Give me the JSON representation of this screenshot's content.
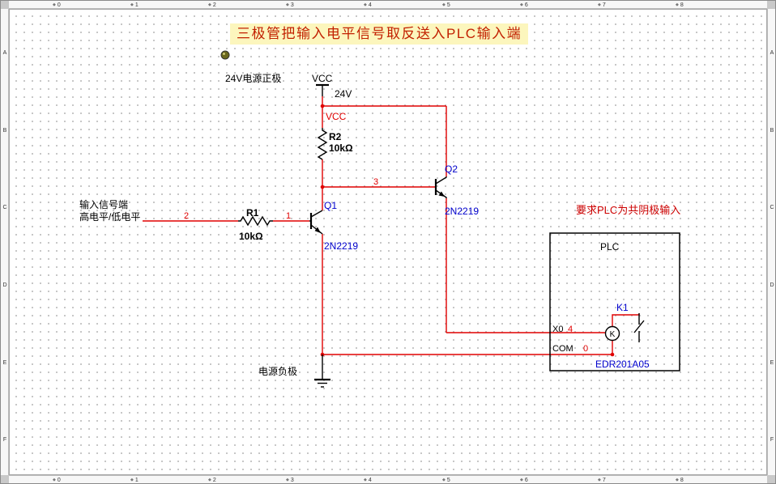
{
  "title": {
    "text": "三极管把输入电平信号取反送入PLC输入端"
  },
  "rulers": {
    "horizontal": [
      "0",
      "1",
      "2",
      "3",
      "4",
      "5",
      "6",
      "7",
      "8"
    ],
    "vertical": [
      "A",
      "B",
      "C",
      "D",
      "E",
      "F"
    ]
  },
  "power": {
    "vcc_symbol": "VCC",
    "vcc_value": "24V",
    "vcc_net": "VCC"
  },
  "annotations": {
    "supply_positive": "24V电源正极",
    "supply_negative": "电源负极",
    "input_label_line1": "输入信号端",
    "input_label_line2": "高电平/低电平",
    "plc_requirement": "要求PLC为共阴极输入",
    "plc_box": "PLC",
    "x0_pin": "X0",
    "com_pin": "COM"
  },
  "components": {
    "r1": {
      "ref": "R1",
      "value": "10kΩ"
    },
    "r2": {
      "ref": "R2",
      "value": "10kΩ"
    },
    "q1": {
      "ref": "Q1",
      "part": "2N2219"
    },
    "q2": {
      "ref": "Q2",
      "part": "2N2219"
    },
    "k1": {
      "ref": "K1",
      "part": "EDR201A05",
      "symbol_letter": "K"
    }
  },
  "nets": {
    "n0": "0",
    "n1": "1",
    "n2": "2",
    "n3": "3",
    "n4": "4"
  },
  "colors": {
    "wire_red": "#e00000",
    "net_label_red": "#e00000",
    "reference_blue": "#0000cc",
    "note_red": "#cc0000",
    "title_text": "#c22000",
    "title_highlight": "#fcf6bd",
    "symbol_black": "#000000",
    "grid_dot": "#b9b9b9"
  }
}
